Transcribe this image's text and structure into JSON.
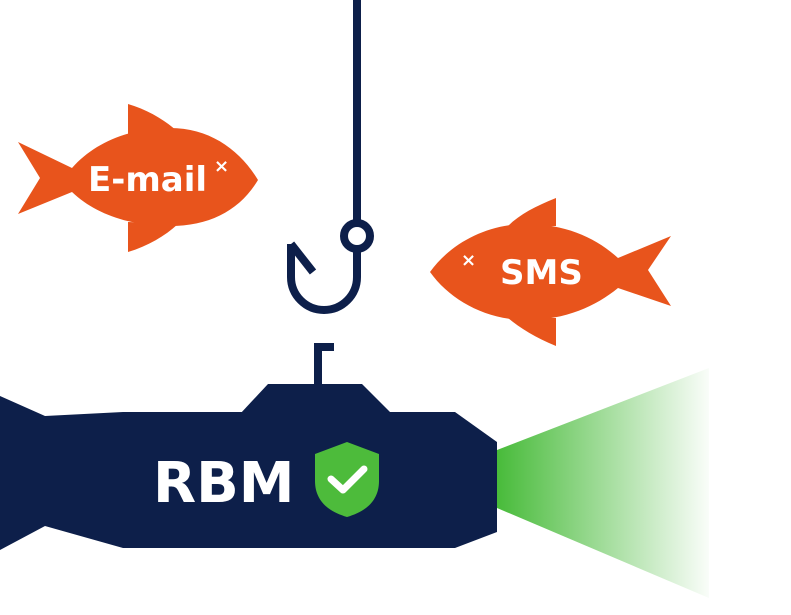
{
  "colors": {
    "navy": "#0d1f4a",
    "fish_orange": "#e8541c",
    "shield_green": "#4dbb3b",
    "beam_green": "#48bb3a",
    "text": "#ffffff"
  },
  "fish": [
    {
      "label": "E-mail",
      "mark": "×"
    },
    {
      "label": "SMS",
      "mark": "×"
    }
  ],
  "submarine": {
    "label": "RBM"
  },
  "icons": {
    "hook": "fishing-hook-icon",
    "shield": "shield-check-icon",
    "x_mark": "x-mark-icon",
    "beam": "light-beam"
  }
}
